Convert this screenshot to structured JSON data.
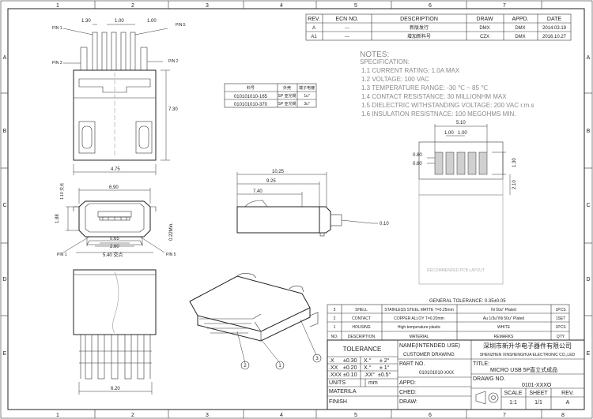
{
  "frame": {
    "col_labels": [
      "1",
      "2",
      "3",
      "4",
      "5",
      "6",
      "7",
      "8"
    ],
    "row_labels": [
      "A",
      "B",
      "C",
      "D",
      "E"
    ]
  },
  "revision_table": {
    "headers": [
      "REV.",
      "ECN NO.",
      "DESCRIPTION",
      "DRAW",
      "APPD.",
      "DATE"
    ],
    "rows": [
      [
        "A",
        "---",
        "新版发行",
        "DMX",
        "DMX",
        "2014.03.19"
      ],
      [
        "A1",
        "---",
        "增加新料号",
        "CZX",
        "DMX",
        "2016.10.27"
      ]
    ]
  },
  "notes": {
    "title": "NOTES:",
    "subtitle": "SPECIFICATION:",
    "items": [
      "1.1 CURRENT RATING: 1.0A MAX",
      "1.2 VOLTAGE: 100 VAC",
      "1.3 TEMPERATURE RANGE: -30 ℃ ~ 85 ℃",
      "1.4 CONTACT RESISTANCE: 30 MILLIONHM MAX",
      "1.5 DIELECTRIC WITHSTANDING VOLTAGE: 200 VAC r.m.s",
      "1.6 INSULATION RESISTNACE: 100 MEGOHMS MIN."
    ]
  },
  "part_table": {
    "headers": [
      "料号",
      "外壳",
      "端子电镀"
    ],
    "rows": [
      [
        "010101010-165",
        "SP 亚光锡",
        "1u\""
      ],
      [
        "010101010-370",
        "SP 亚光锡",
        "3u\""
      ]
    ]
  },
  "front_view": {
    "dims": [
      "1.30",
      "1.00",
      "1.00",
      "7.30",
      "4.75"
    ],
    "labels": [
      "PIN 1",
      "PIN 5",
      "PIN 3",
      "PIN 2"
    ]
  },
  "mouth_view": {
    "dims": [
      "6.90",
      "1.10 交点",
      "1.88",
      "0.22Min.",
      "0.65",
      "2.60",
      "5.40 交点"
    ],
    "labels": [
      "PIN 1",
      "PIN 5"
    ]
  },
  "side_view": {
    "dims": [
      "10.25",
      "9.25",
      "7.40",
      "0.10"
    ]
  },
  "pcb_view": {
    "dims": [
      "5.10",
      "1.00",
      "1.00",
      "0.80",
      "0.60",
      "1.30",
      "2.10"
    ],
    "caption": "RECOMMENDED PCB LAYOUT",
    "tolerance": "GENERAL TOLERANCE: 0.35±0.05"
  },
  "bottom_view": {
    "dims": [
      "6.20"
    ]
  },
  "iso_view": {
    "balloons": [
      "2",
      "1",
      "3"
    ]
  },
  "bom": {
    "rows": [
      [
        "3",
        "SHELL",
        "STAINLESS STEEL MATTE T=0.25mm",
        "Ni 50u\" Plated",
        "1PCS"
      ],
      [
        "2",
        "CONTACT",
        "COPPER ALLOY   T=0.20mm",
        "Au 1/3u\"/Ni 50u\" Plated",
        "1SET"
      ],
      [
        "1",
        "HOUSING",
        "High temperature plastic",
        "WHITE",
        "1PCS"
      ]
    ],
    "headers": [
      "NO.",
      "DESCRIPTION",
      "MATERIAL",
      "REMARKS",
      "QTY"
    ]
  },
  "title_block": {
    "tolerance_label": "TOLERANCE",
    "tol_rows": [
      [
        ".X",
        "±0.30",
        "X.°",
        "±  2°"
      ],
      [
        ".XX",
        "±0.20",
        "X.°",
        "±  1°"
      ],
      [
        ".XXX",
        "±0.10",
        ".XX°",
        "±0.5°"
      ]
    ],
    "units_label": "UNITS",
    "units_value": "mm",
    "material_label": "MATERILA",
    "finish_label": "FINISH",
    "name_label": "NAME(INTENDED USE)",
    "name_value": "CUSTOMER DRAWING",
    "partno_label": "PART NO.",
    "partno_value": "010101010-XXX",
    "appd_label": "APPD:",
    "ched_label": "CHED:",
    "draw_label": "DRAW:",
    "company_cn": "深圳市新升华电子器件有限公司",
    "company_en": "SHENZHEN XINSHENGHUA ELECTRONIC CO.,LED",
    "title_label": "TITLE:",
    "title_value": "MICRO USB 5P直立式成品",
    "drawg_label": "DRAWG NO.",
    "drawg_value": "0101-XXXO",
    "scale_label": "SCALE",
    "scale_value": "1:1",
    "sheet_label": "SHEET",
    "sheet_value": "1/1",
    "rev_label": "REV.",
    "rev_value": "A"
  }
}
